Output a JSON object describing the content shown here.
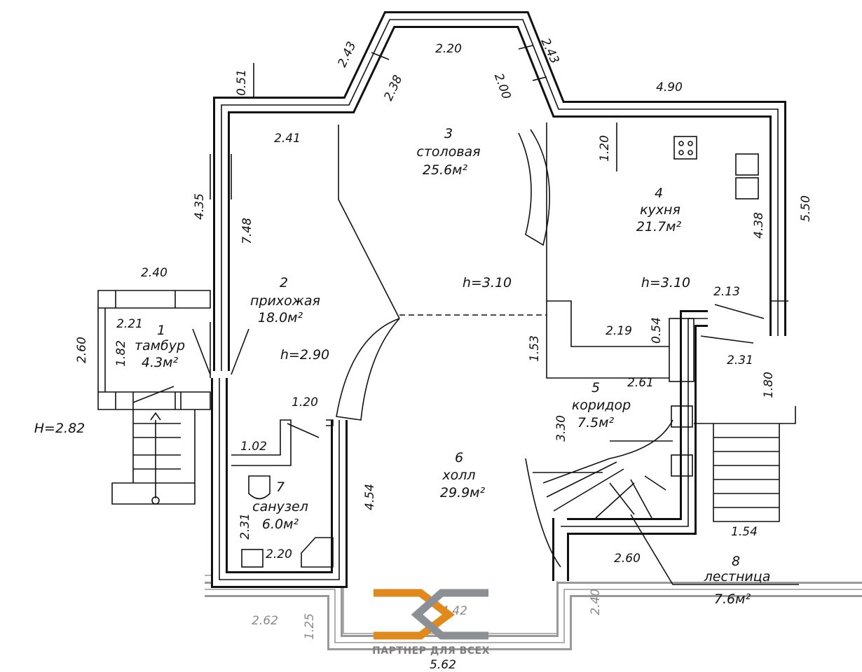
{
  "rooms": [
    {
      "num": "1",
      "name": "тамбур",
      "area": "4.3м²"
    },
    {
      "num": "2",
      "name": "прихожая",
      "area": "18.0м²"
    },
    {
      "num": "3",
      "name": "столовая",
      "area": "25.6м²"
    },
    {
      "num": "4",
      "name": "кухня",
      "area": "21.7м²"
    },
    {
      "num": "5",
      "name": "коридор",
      "area": "7.5м²"
    },
    {
      "num": "6",
      "name": "холл",
      "area": "29.9м²"
    },
    {
      "num": "7",
      "name": "санузел",
      "area": "6.0м²"
    },
    {
      "num": "8",
      "name": "лестница",
      "area": "7.6м²"
    }
  ],
  "heights": {
    "hall": "h=2.90",
    "dining": "h=3.10",
    "kitchen": "h=3.10",
    "vestibule": "H=2.82"
  },
  "dims": {
    "top_bay": "2.20",
    "bay_left": "2.43",
    "bay_right": "2.43",
    "d051": "0.51",
    "d238": "2.38",
    "d200": "2.00",
    "d490": "4.90",
    "d241": "2.41",
    "d120k": "1.20",
    "d435": "4.35",
    "d748": "7.48",
    "d550": "5.50",
    "d438": "4.38",
    "d240": "2.40",
    "d221": "2.21",
    "d260v": "2.60",
    "d182": "1.82",
    "d120b": "1.20",
    "d102": "1.02",
    "d231b": "2.31",
    "d220b": "2.20",
    "d454": "4.54",
    "d153": "1.53",
    "d219": "2.19",
    "d054": "0.54",
    "d213": "2.13",
    "d261": "2.61",
    "d231r": "2.31",
    "d180": "1.80",
    "d330": "3.30",
    "d260s": "2.60",
    "d154": "1.54",
    "d240v": "2.40",
    "d262": "2.62",
    "d125": "1.25",
    "d442": "4.42",
    "d562": "5.62"
  },
  "logo": {
    "text": "ПАРТНЕР ДЛЯ ВСЕХ",
    "orange": "#e08a1e",
    "gray": "#8c8f93"
  }
}
